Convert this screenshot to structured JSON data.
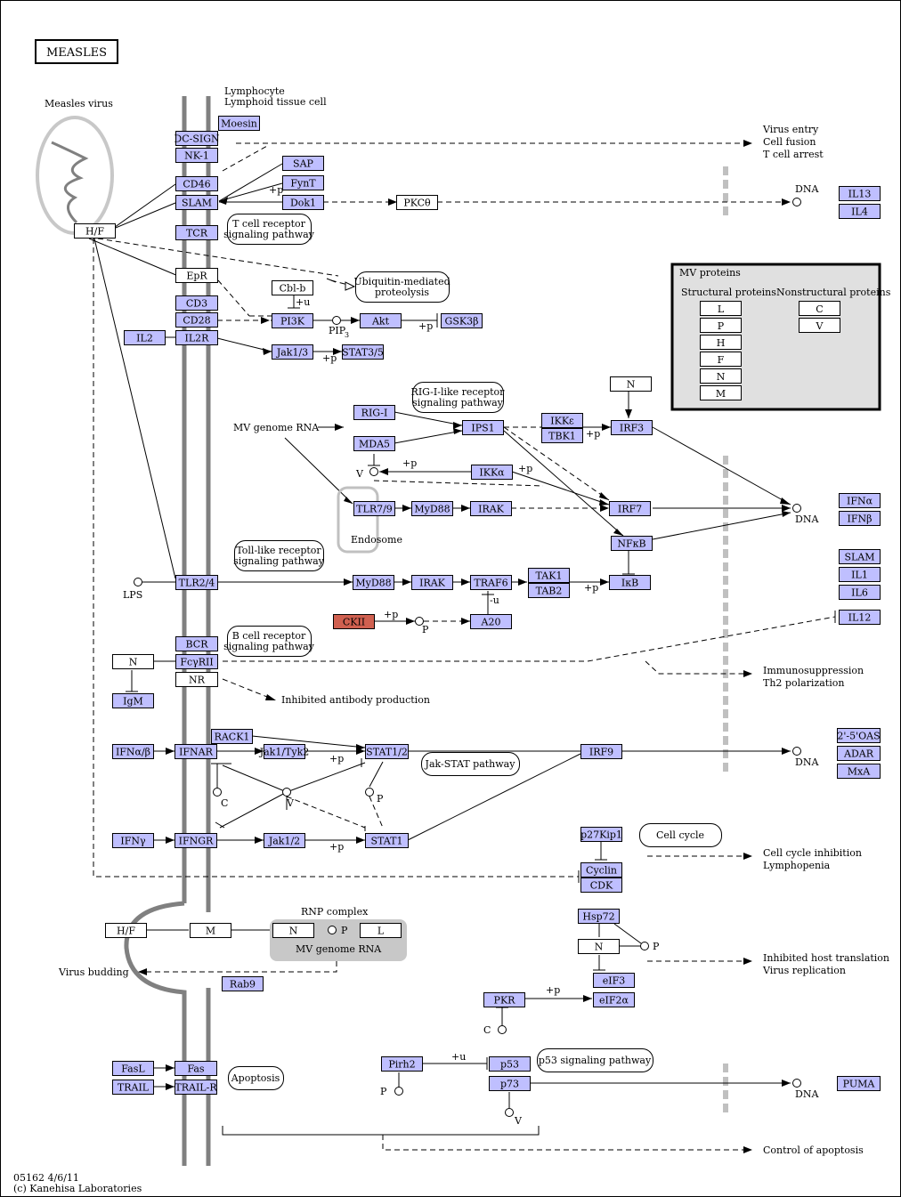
{
  "title": "MEASLES",
  "footer": {
    "code": "05162 4/6/11",
    "copyright": "(c) Kanehisa Laboratories"
  },
  "labels": {
    "measles_virus": "Measles virus",
    "lymphocyte": "Lymphocyte",
    "lymphoid": "Lymphoid tissue cell",
    "virus_entry": "Virus entry",
    "cell_fusion": "Cell fusion",
    "t_cell_arrest": "T cell arrest",
    "dna": "DNA",
    "pip3": "PIP",
    "pip3_sub": "3",
    "mv_genome_rna": "MV genome RNA",
    "endosome": "Endosome",
    "lps": "LPS",
    "immunosuppression": "Immunosuppression",
    "th2": "Th2 polarization",
    "inhibited_antibody": "Inhibited antibody production",
    "cell_cycle_inhibition": "Cell cycle inhibition",
    "lymphopenia": "Lymphopenia",
    "rnp_complex": "RNP complex",
    "rnp_mv_rna": "MV genome RNA",
    "virus_budding": "Virus budding",
    "inhibited_translation": "Inhibited host translation",
    "virus_replication": "Virus replication",
    "control_apoptosis": "Control of apoptosis",
    "v": "V",
    "c": "C",
    "p": "P",
    "plus_p": "+p",
    "plus_u": "+u",
    "minus_u": "-u"
  },
  "legend": {
    "title": "MV proteins",
    "structural": "Structural proteins",
    "nonstructural": "Nonstructural proteins",
    "structural_items": [
      "L",
      "P",
      "H",
      "F",
      "N",
      "M"
    ],
    "nonstructural_items": [
      "C",
      "V"
    ]
  },
  "pathways": {
    "tcr": "T cell receptor|signaling pathway",
    "ubiq": "Ubiquitin-mediated|proteolysis",
    "rig": "RIG-I-like receptor|signaling pathway",
    "toll": "Toll-like receptor|signaling pathway",
    "bcr": "B cell receptor|signaling pathway",
    "jakstat": "Jak-STAT pathway",
    "cellcycle": "Cell cycle",
    "p53": "p53 signaling pathway",
    "apoptosis": "Apoptosis"
  },
  "nodes": {
    "moesin": "Moesin",
    "dcsign": "DC-SIGN",
    "nk1": "NK-1",
    "cd46": "CD46",
    "slam": "SLAM",
    "tcr": "TCR",
    "sap": "SAP",
    "fynt": "FynT",
    "dok1": "Dok1",
    "pkc": "PKCθ",
    "il13": "IL13",
    "il4": "IL4",
    "hf": "H/F",
    "epr": "EpR",
    "cblb": "Cbl-b",
    "cd3": "CD3",
    "cd28": "CD28",
    "pi3k": "PI3K",
    "akt": "Akt",
    "gsk3b": "GSK3β",
    "il2": "IL2",
    "il2r": "IL2R",
    "jak13": "Jak1/3",
    "stat35": "STAT3/5",
    "n_top": "N",
    "rigi": "RIG-I",
    "mda5": "MDA5",
    "ips1": "IPS1",
    "ikke": "IKKε",
    "tbk1": "TBK1",
    "irf3": "IRF3",
    "ikka": "IKKα",
    "ifna": "IFNα",
    "ifnb": "IFNβ",
    "tlr79": "TLR7/9",
    "myd88a": "MyD88",
    "iraka": "IRAK",
    "irf7": "IRF7",
    "nfkb": "NFκB",
    "slam2": "SLAM",
    "il1": "IL1",
    "il6": "IL6",
    "tlr24": "TLR2/4",
    "myd88b": "MyD88",
    "irakb": "IRAK",
    "traf6": "TRAF6",
    "tak1": "TAK1",
    "tab2": "TAB2",
    "ikb": "IκB",
    "ckii": "CKII",
    "a20": "A20",
    "il12": "IL12",
    "bcr": "BCR",
    "fcyrii": "FcγRII",
    "n_b": "N",
    "nr": "NR",
    "igm": "IgM",
    "rack1": "RACK1",
    "ifnab": "IFNα/β",
    "ifnar": "IFNAR",
    "jak1tyk2": "Jak1/Tyk2",
    "stat12": "STAT1/2",
    "irf9": "IRF9",
    "oas": "2'-5'OAS",
    "adar": "ADAR",
    "mxa": "MxA",
    "ifny": "IFNγ",
    "ifngr": "IFNGR",
    "jak12": "Jak1/2",
    "stat1": "STAT1",
    "p27": "p27Kip1",
    "cyclin": "Cyclin",
    "cdk": "CDK",
    "hf2": "H/F",
    "m": "M",
    "rnp_n": "N",
    "rnp_l": "L",
    "rab9": "Rab9",
    "hsp72": "Hsp72",
    "n_hsp": "N",
    "eif3": "eIF3",
    "pkr": "PKR",
    "eif2a": "eIF2α",
    "fasl": "FasL",
    "fas": "Fas",
    "trail": "TRAIL",
    "trailr": "TRAIL-R",
    "pirh2": "Pirh2",
    "p53": "p53",
    "p73": "p73",
    "puma": "PUMA"
  },
  "colors": {
    "gene": "#bfbfff",
    "highlight": "#d06050",
    "membrane": "#808080",
    "bar": "#c0c0c0"
  }
}
